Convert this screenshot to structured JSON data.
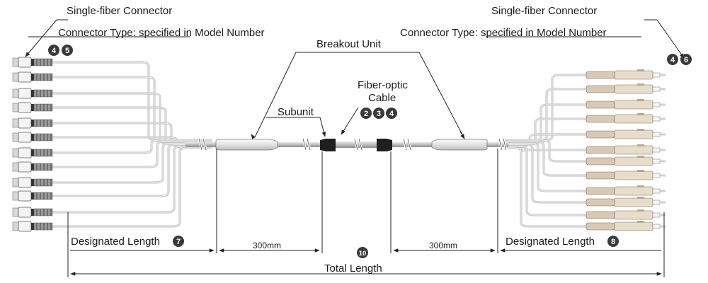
{
  "labels": {
    "left_connector_title": "Single-fiber Connector",
    "left_connector_type": "Connector Type: specified in Model Number",
    "right_connector_title": "Single-fiber Connector",
    "right_connector_type": "Connector Type: specified in Model Number",
    "breakout_unit": "Breakout Unit",
    "fiber_optic_line1": "Fiber-optic",
    "fiber_optic_line2": "Cable",
    "subunit": "Subunit",
    "left_length": "Designated Length",
    "right_length": "Designated Length",
    "left_300": "300mm",
    "right_300": "300mm",
    "total_length": "Total Length"
  },
  "badges": {
    "left_connector": [
      "4",
      "5"
    ],
    "right_connector": [
      "4",
      "6"
    ],
    "fiber_cable": [
      "2",
      "3",
      "4"
    ],
    "left_length": "7",
    "right_length": "8",
    "total_length": "10"
  },
  "colors": {
    "line": "#222222",
    "badge": "#3a3a3a",
    "sheath": "#b8b8b8",
    "connector_left": "#9a9a9a",
    "connector_right": "#d9c9b4"
  }
}
